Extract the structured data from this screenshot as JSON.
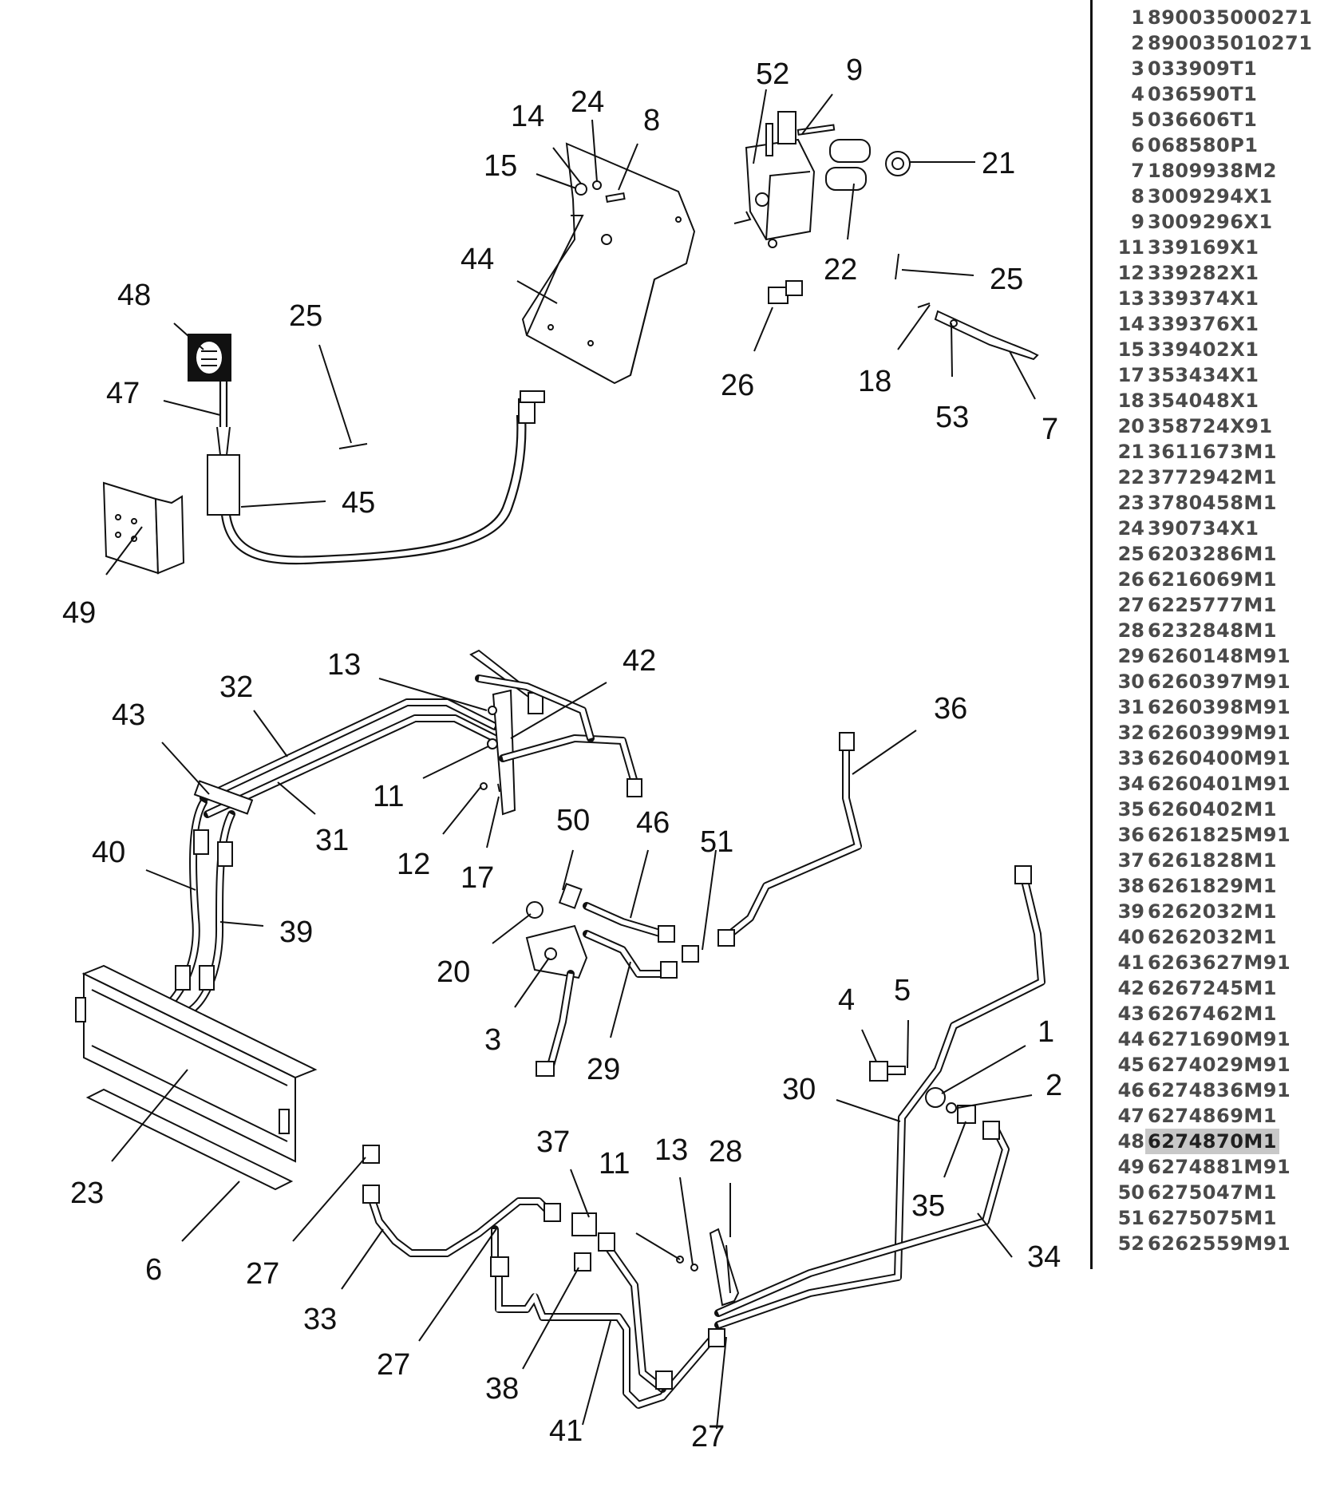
{
  "callouts": [
    {
      "id": "c48",
      "text": "48"
    },
    {
      "id": "c47",
      "text": "47"
    },
    {
      "id": "c45",
      "text": "45"
    },
    {
      "id": "c49",
      "text": "49"
    },
    {
      "id": "c25a",
      "text": "25"
    },
    {
      "id": "c44",
      "text": "44"
    },
    {
      "id": "c14",
      "text": "14"
    },
    {
      "id": "c24",
      "text": "24"
    },
    {
      "id": "c8",
      "text": "8"
    },
    {
      "id": "c15",
      "text": "15"
    },
    {
      "id": "c52",
      "text": "52"
    },
    {
      "id": "c9",
      "text": "9"
    },
    {
      "id": "c21",
      "text": "21"
    },
    {
      "id": "c22",
      "text": "22"
    },
    {
      "id": "c25b",
      "text": "25"
    },
    {
      "id": "c26",
      "text": "26"
    },
    {
      "id": "c18",
      "text": "18"
    },
    {
      "id": "c53",
      "text": "53"
    },
    {
      "id": "c7",
      "text": "7"
    },
    {
      "id": "c13a",
      "text": "13"
    },
    {
      "id": "c42",
      "text": "42"
    },
    {
      "id": "c32",
      "text": "32"
    },
    {
      "id": "c43",
      "text": "43"
    },
    {
      "id": "c11a",
      "text": "11"
    },
    {
      "id": "c31",
      "text": "31"
    },
    {
      "id": "c12",
      "text": "12"
    },
    {
      "id": "c17",
      "text": "17"
    },
    {
      "id": "c40",
      "text": "40"
    },
    {
      "id": "c39",
      "text": "39"
    },
    {
      "id": "c36",
      "text": "36"
    },
    {
      "id": "c50",
      "text": "50"
    },
    {
      "id": "c46",
      "text": "46"
    },
    {
      "id": "c51",
      "text": "51"
    },
    {
      "id": "c20",
      "text": "20"
    },
    {
      "id": "c3",
      "text": "3"
    },
    {
      "id": "c29",
      "text": "29"
    },
    {
      "id": "c4",
      "text": "4"
    },
    {
      "id": "c5",
      "text": "5"
    },
    {
      "id": "c1",
      "text": "1"
    },
    {
      "id": "c2",
      "text": "2"
    },
    {
      "id": "c30",
      "text": "30"
    },
    {
      "id": "c35",
      "text": "35"
    },
    {
      "id": "c34",
      "text": "34"
    },
    {
      "id": "c23",
      "text": "23"
    },
    {
      "id": "c6",
      "text": "6"
    },
    {
      "id": "c27a",
      "text": "27"
    },
    {
      "id": "c33",
      "text": "33"
    },
    {
      "id": "c27b",
      "text": "27"
    },
    {
      "id": "c37",
      "text": "37"
    },
    {
      "id": "c11b",
      "text": "11"
    },
    {
      "id": "c13b",
      "text": "13"
    },
    {
      "id": "c28",
      "text": "28"
    },
    {
      "id": "c38",
      "text": "38"
    },
    {
      "id": "c41",
      "text": "41"
    },
    {
      "id": "c27c",
      "text": "27"
    }
  ],
  "parts_table": [
    {
      "num": "1",
      "part": "890035000271"
    },
    {
      "num": "2",
      "part": "890035010271"
    },
    {
      "num": "3",
      "part": "033909T1"
    },
    {
      "num": "4",
      "part": "036590T1"
    },
    {
      "num": "5",
      "part": "036606T1"
    },
    {
      "num": "6",
      "part": "068580P1"
    },
    {
      "num": "7",
      "part": "1809938M2"
    },
    {
      "num": "8",
      "part": "3009294X1"
    },
    {
      "num": "9",
      "part": "3009296X1"
    },
    {
      "num": "11",
      "part": "339169X1"
    },
    {
      "num": "12",
      "part": "339282X1"
    },
    {
      "num": "13",
      "part": "339374X1"
    },
    {
      "num": "14",
      "part": "339376X1"
    },
    {
      "num": "15",
      "part": "339402X1"
    },
    {
      "num": "17",
      "part": "353434X1"
    },
    {
      "num": "18",
      "part": "354048X1"
    },
    {
      "num": "20",
      "part": "358724X91"
    },
    {
      "num": "21",
      "part": "3611673M1"
    },
    {
      "num": "22",
      "part": "3772942M1"
    },
    {
      "num": "23",
      "part": "3780458M1"
    },
    {
      "num": "24",
      "part": "390734X1"
    },
    {
      "num": "25",
      "part": "6203286M1"
    },
    {
      "num": "26",
      "part": "6216069M1"
    },
    {
      "num": "27",
      "part": "6225777M1"
    },
    {
      "num": "28",
      "part": "6232848M1"
    },
    {
      "num": "29",
      "part": "6260148M91"
    },
    {
      "num": "30",
      "part": "6260397M91"
    },
    {
      "num": "31",
      "part": "6260398M91"
    },
    {
      "num": "32",
      "part": "6260399M91"
    },
    {
      "num": "33",
      "part": "6260400M91"
    },
    {
      "num": "34",
      "part": "6260401M91"
    },
    {
      "num": "35",
      "part": "6260402M1"
    },
    {
      "num": "36",
      "part": "6261825M91"
    },
    {
      "num": "37",
      "part": "6261828M1"
    },
    {
      "num": "38",
      "part": "6261829M1"
    },
    {
      "num": "39",
      "part": "6262032M1"
    },
    {
      "num": "40",
      "part": "6262032M1"
    },
    {
      "num": "41",
      "part": "6263627M91"
    },
    {
      "num": "42",
      "part": "6267245M1"
    },
    {
      "num": "43",
      "part": "6267462M1"
    },
    {
      "num": "44",
      "part": "6271690M91"
    },
    {
      "num": "45",
      "part": "6274029M91"
    },
    {
      "num": "46",
      "part": "6274836M91"
    },
    {
      "num": "47",
      "part": "6274869M1"
    },
    {
      "num": "48",
      "part": "6274870M1",
      "selected": true
    },
    {
      "num": "49",
      "part": "6274881M91"
    },
    {
      "num": "50",
      "part": "6275047M1"
    },
    {
      "num": "51",
      "part": "6275075M1"
    },
    {
      "num": "52",
      "part": "6262559M91"
    }
  ]
}
